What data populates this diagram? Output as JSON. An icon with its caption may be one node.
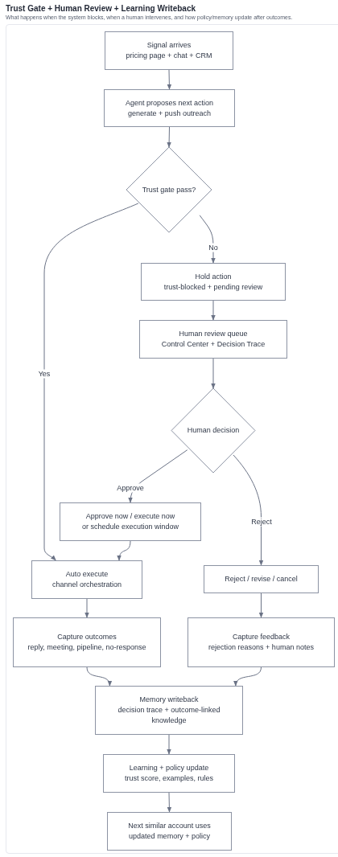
{
  "diagram": {
    "title": "Trust Gate + Human Review + Learning Writeback",
    "caption": "What happens when the system blocks, when a human intervenes, and how policy/memory update after outcomes.",
    "nodes": [
      {
        "text": [
          "Signal arrives",
          "pricing page + chat + CRM"
        ]
      },
      {
        "text": [
          "Agent proposes next action",
          "generate + push outreach"
        ]
      },
      {
        "text": [
          "Trust gate pass?"
        ]
      },
      {
        "text": [
          "Hold action",
          "trust-blocked + pending review"
        ]
      },
      {
        "text": [
          "Human review queue",
          "Control Center + Decision Trace"
        ]
      },
      {
        "text": [
          "Human decision"
        ]
      },
      {
        "text": [
          "Approve now / execute now",
          "or schedule execution window"
        ]
      },
      {
        "text": [
          "Auto execute",
          "channel orchestration"
        ]
      },
      {
        "text": [
          "Reject / revise / cancel"
        ]
      },
      {
        "text": [
          "Capture outcomes",
          "reply, meeting, pipeline, no-response"
        ]
      },
      {
        "text": [
          "Capture feedback",
          "rejection reasons + human notes"
        ]
      },
      {
        "text": [
          "Memory writeback",
          "decision trace + outcome-linked knowledge"
        ]
      },
      {
        "text": [
          "Learning + policy update",
          "trust score, examples, rules"
        ]
      },
      {
        "text": [
          "Next similar account uses",
          "updated memory + policy"
        ]
      }
    ],
    "edges": [
      {
        "from": 0,
        "to": 1,
        "arrow": "to"
      },
      {
        "from": 1,
        "to": 2,
        "arrow": "to"
      },
      {
        "from": 2,
        "to": 7,
        "arrow": "to",
        "label": "Yes"
      },
      {
        "from": 2,
        "to": 3,
        "arrow": "to",
        "label": "No"
      },
      {
        "from": 3,
        "to": 4,
        "arrow": "to"
      },
      {
        "from": 4,
        "to": 5,
        "arrow": "to"
      },
      {
        "from": 5,
        "to": 6,
        "arrow": "to",
        "label": "Approve"
      },
      {
        "from": 5,
        "to": 8,
        "arrow": "to",
        "label": "Reject"
      },
      {
        "from": 6,
        "to": 7,
        "arrow": "to"
      },
      {
        "from": 7,
        "to": 9,
        "arrow": "to"
      },
      {
        "from": 8,
        "to": 10,
        "arrow": "to"
      },
      {
        "from": 9,
        "to": 11,
        "arrow": "to"
      },
      {
        "from": 10,
        "to": 11,
        "arrow": "to"
      },
      {
        "from": 11,
        "to": 12,
        "arrow": "to"
      },
      {
        "from": 12,
        "to": 13,
        "arrow": "to"
      }
    ]
  }
}
